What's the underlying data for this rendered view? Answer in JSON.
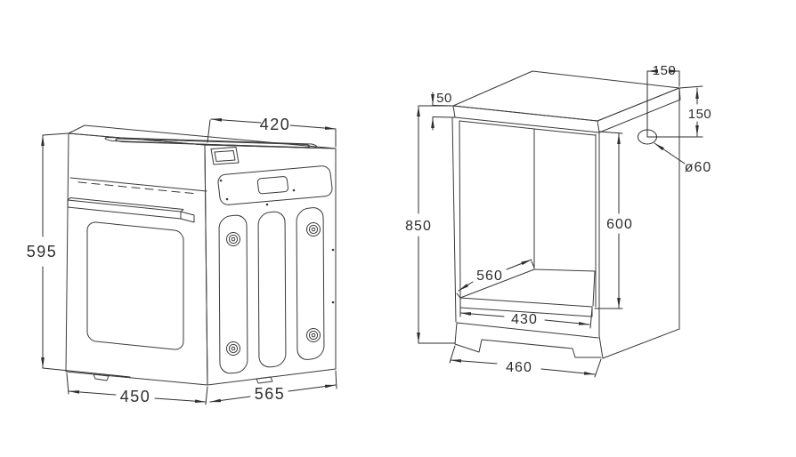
{
  "figure": {
    "type": "technical-drawing",
    "description": "Built-in oven outer dimensions and cabinet cut-out dimensions",
    "views": {
      "oven": {
        "name": "oven-isometric-view",
        "labels": {
          "top_depth": "420",
          "height": "595",
          "front_width": "450",
          "side_depth": "565"
        }
      },
      "cabinet": {
        "name": "cabinet-niche-view",
        "labels": {
          "top_overhang": "50",
          "total_height": "850",
          "niche_depth": "560",
          "niche_front_width": "430",
          "plinth_width": "460",
          "niche_height": "600",
          "hole_offset_horizontal": "150",
          "hole_offset_vertical": "150",
          "hole_diameter": "ø60"
        }
      }
    },
    "colors": {
      "background": "#ffffff",
      "line": "#3a3a3a",
      "dim_line": "#2e2e2e",
      "text": "#2e2e2e"
    }
  }
}
